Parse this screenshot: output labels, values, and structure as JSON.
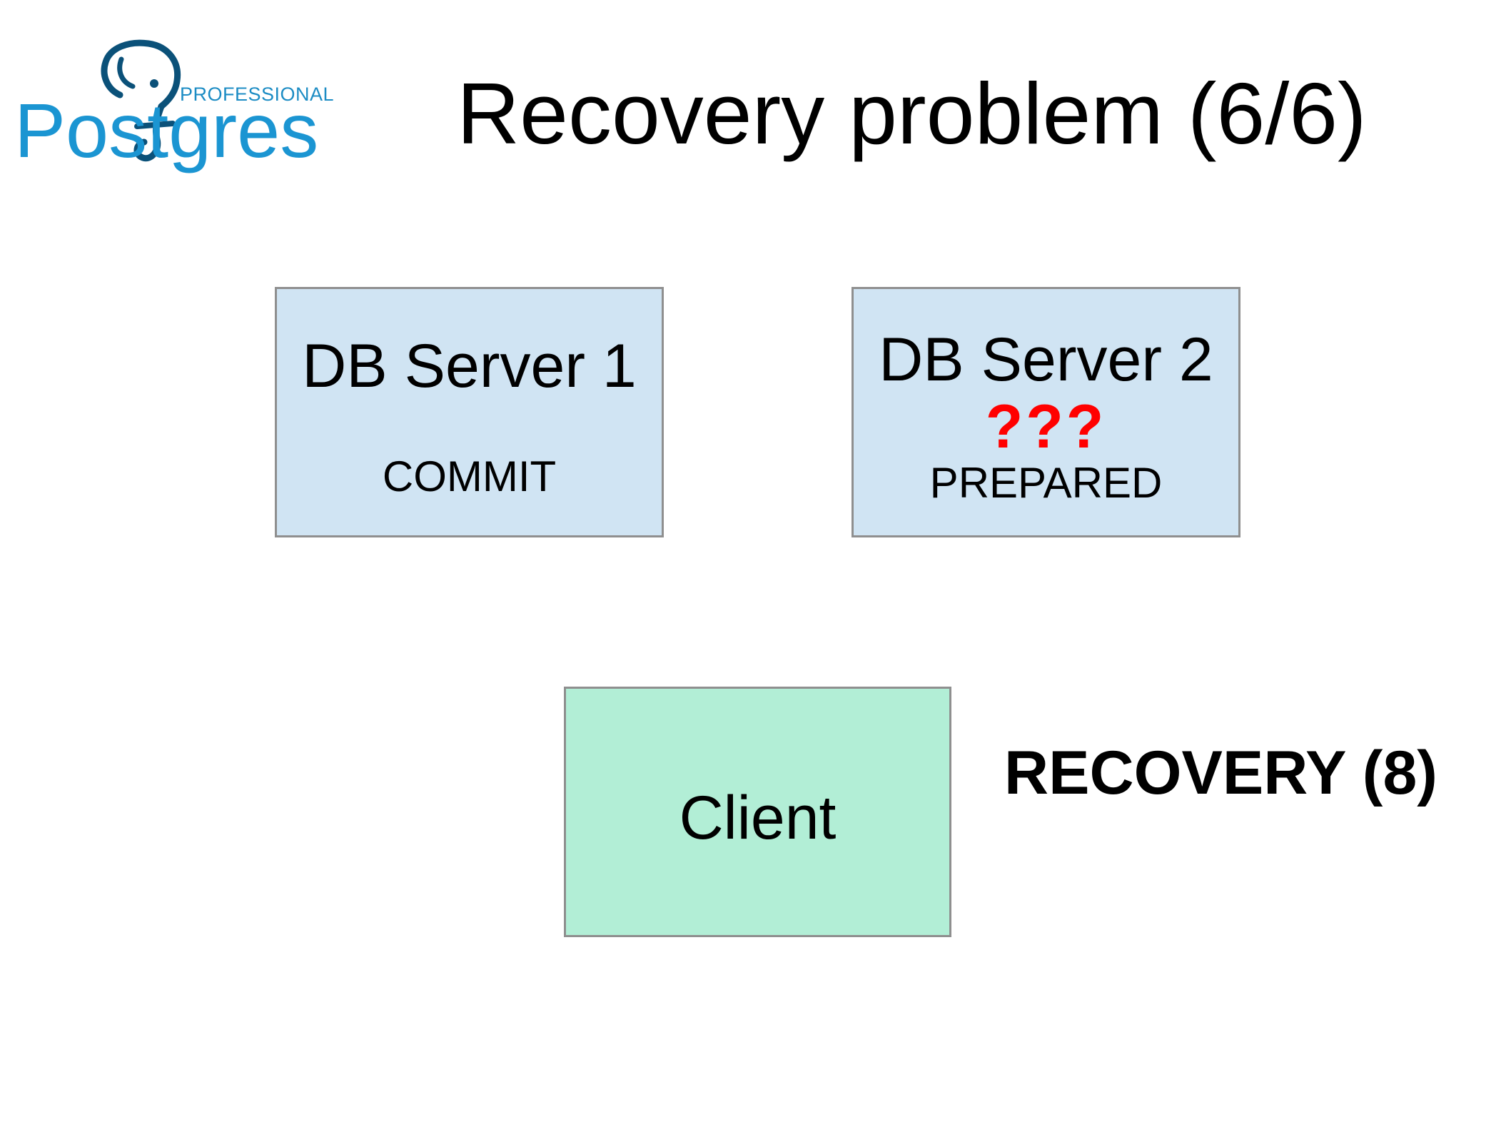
{
  "logo": {
    "subtitle": "PROFESSIONAL",
    "wordmark": "Postgres",
    "brand_color": "#1b95d2",
    "elephant_color": "#0b5179"
  },
  "slide": {
    "title": "Recovery problem (6/6)"
  },
  "servers": [
    {
      "name": "DB Server 1",
      "state": "COMMIT"
    },
    {
      "name": "DB Server 2",
      "unknown_marker": "???",
      "state": "PREPARED"
    }
  ],
  "client": {
    "name": "Client"
  },
  "recovery": {
    "label": "RECOVERY (8)"
  },
  "colors": {
    "server_fill": "#d0e4f3",
    "client_fill": "#b2eed6",
    "border": "#8f8f8f",
    "unknown_marker": "#ff0000"
  }
}
